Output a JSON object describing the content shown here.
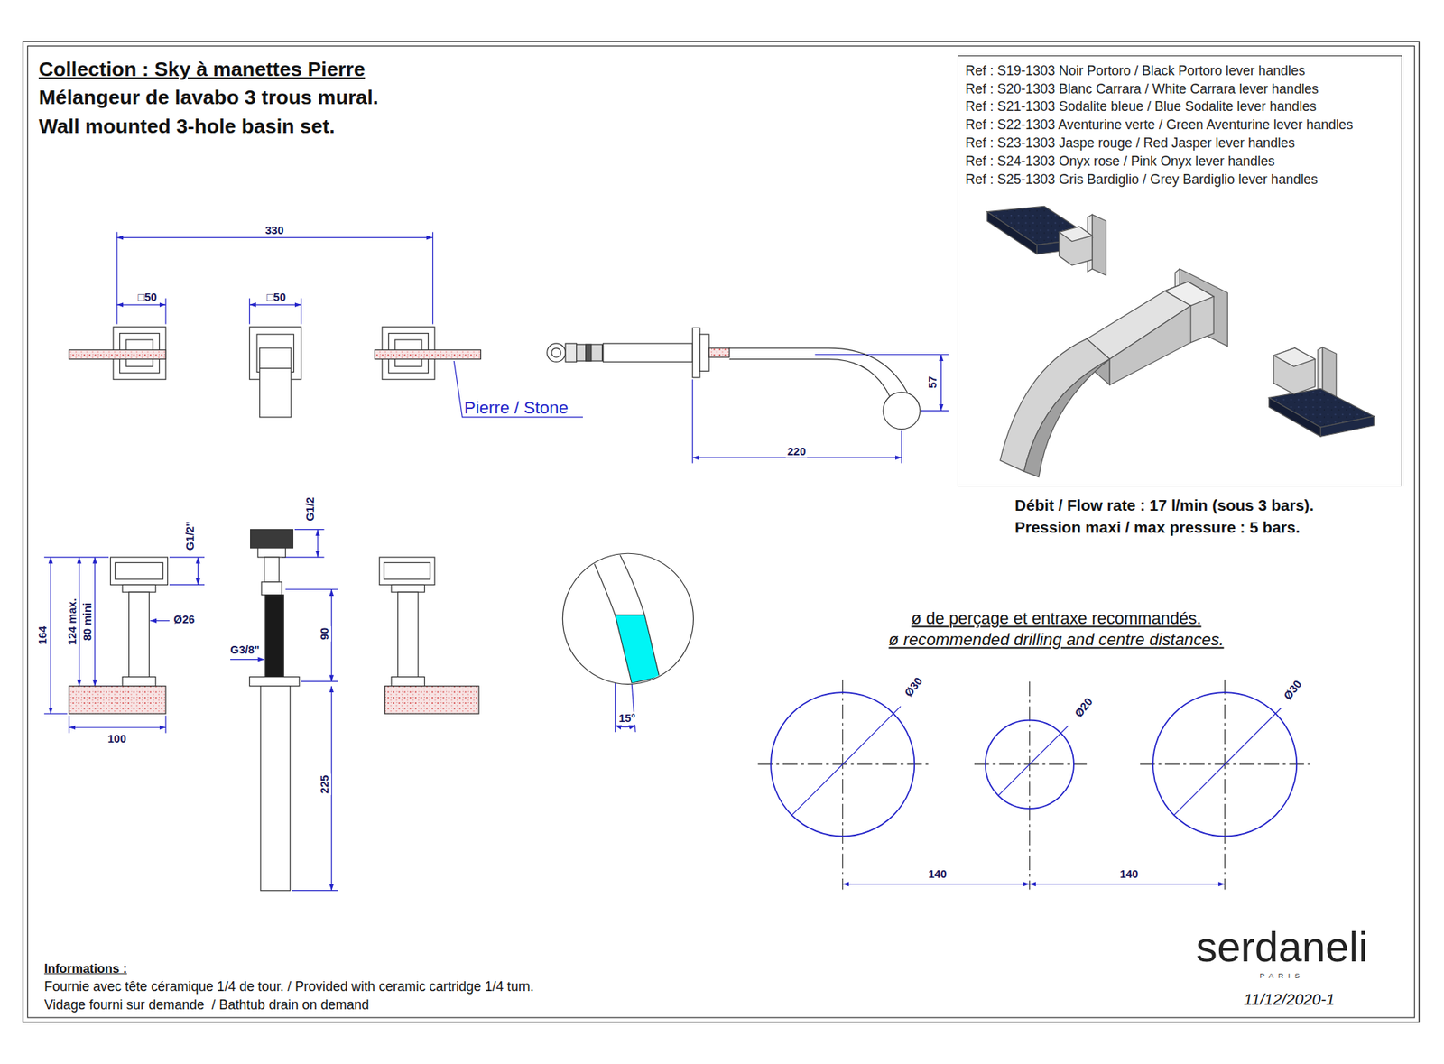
{
  "diagram": {
    "title": "Collection : Sky à manettes Pierre",
    "nodes": [
      {
        "text": [
          "Ref : S19-1303 Noir Portoro / Black Portoro lever handles",
          "Ref : S20-1303 Blanc Carrara / White Carrara lever handles",
          "Ref : S21-1303 Sodalite bleue / Blue Sodalite lever handles",
          "Ref : S22-1303 Aventurine verte / Green Aventurine lever handles",
          "Ref : S23-1303 Jaspe rouge / Red Jasper lever handles",
          "Ref : S24-1303 Onyx rose / Pink Onyx lever handles",
          "Ref : S25-1303 Gris Bardiglio / Grey Bardiglio lever handles"
        ]
      }
    ],
    "labels": [
      "Mélangeur de lavabo 3 trous mural.",
      "Wall mounted 3-hole basin set.",
      "330",
      "□50",
      "□50",
      "Pierre / Stone",
      "57",
      "220",
      "G1/2\"",
      "164",
      "124 max.",
      "80 mini",
      "Ø26",
      "100",
      "G1/2",
      "G3/8\"",
      "90",
      "225",
      "15°",
      "Débit / Flow rate : 17 l/min (sous 3 bars).",
      "Pression maxi / max pressure : 5 bars.",
      "ø de perçage et entraxe recommandés.",
      "ø recommended drilling and centre distances.",
      "Ø30",
      "Ø20",
      "Ø30",
      "140",
      "140",
      "Informations :",
      "Fournie avec tête céramique 1/4 de tour. / Provided with ceramic cartridge 1/4 turn.",
      "Vidage fourni sur demande  / Bathtub drain on demand",
      "serdaneli",
      "PARIS",
      "11/12/2020-1"
    ]
  }
}
